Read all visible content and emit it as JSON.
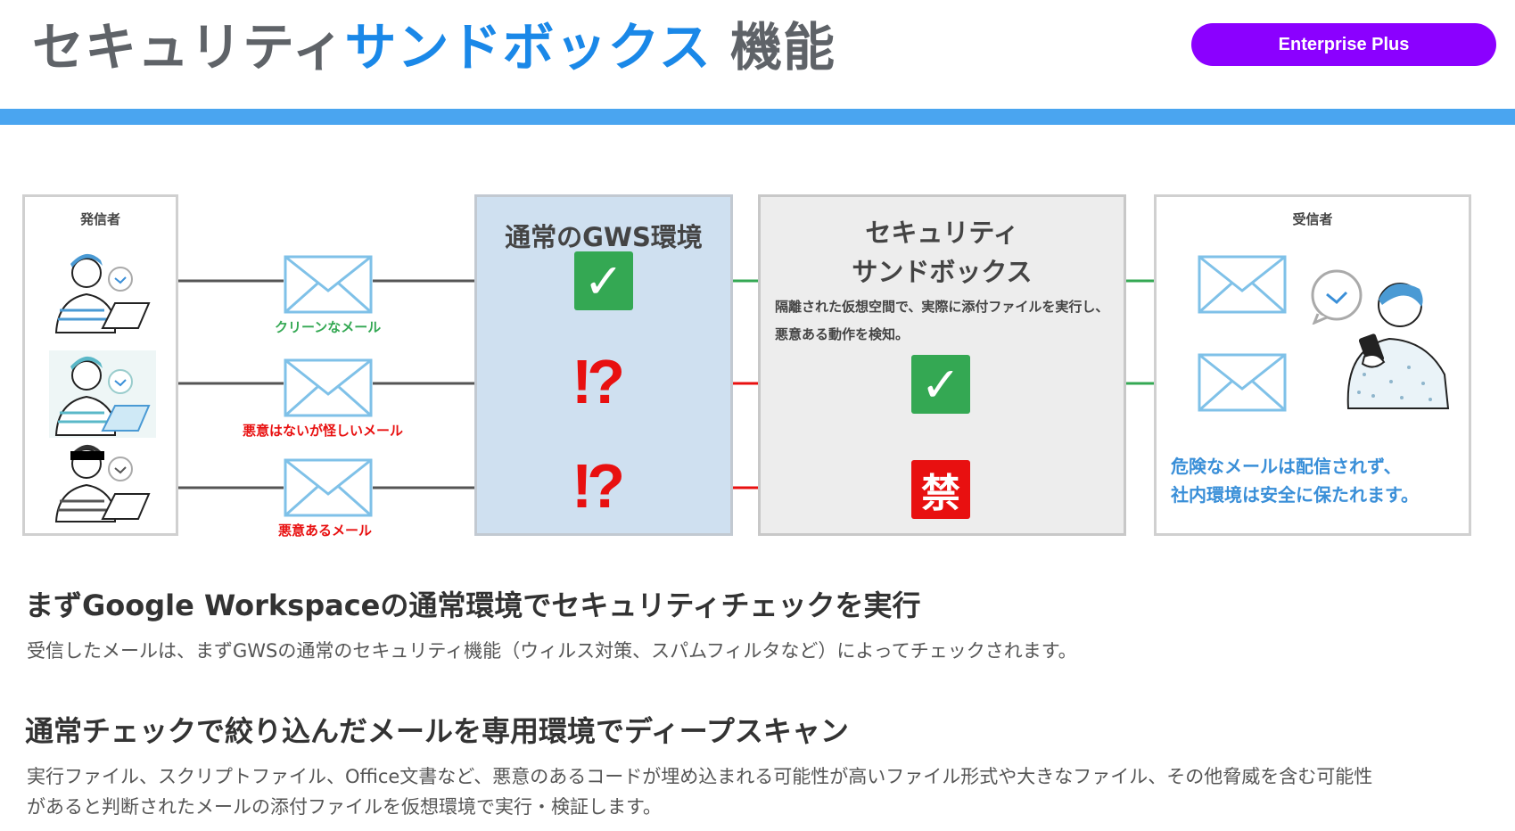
{
  "title": {
    "part1": "セキュリティ",
    "part2": "サンドボックス",
    "part3": "機能"
  },
  "badge": "Enterprise Plus",
  "colors": {
    "accent": "#1a88e8",
    "badge": "#8b00ff",
    "rule": "#4aa5f0",
    "safe": "#34a853",
    "danger": "#e81010",
    "gws_panel": "#cfe0f0",
    "sandbox_panel": "#ededed"
  },
  "diagram": {
    "sender_label": "発信者",
    "receiver_label": "受信者",
    "gws_title": "通常のGWS環境",
    "sandbox_title_line1": "セキュリティ",
    "sandbox_title_line2": "サンドボックス",
    "sandbox_desc": "隔離された仮想空間で、実際に添付ファイルを実行し、悪意ある動作を検知。",
    "mail_captions": [
      "クリーンなメール",
      "悪意はないが怪しいメール",
      "悪意あるメール"
    ],
    "check_symbol": "✓",
    "suspicious_symbol": "!?",
    "forbidden_symbol": "禁",
    "receiver_note_line1": "危険なメールは配信されず、",
    "receiver_note_line2": "社内環境は安全に保たれます。",
    "icons": [
      "sender-person-icon",
      "envelope-icon",
      "check-icon",
      "suspicious-icon",
      "forbidden-icon",
      "receiver-person-icon",
      "speech-bubble-icon"
    ]
  },
  "section1": {
    "heading": "まずGoogle Workspaceの通常環境でセキュリティチェックを実行",
    "body": "受信したメールは、まずGWSの通常のセキュリティ機能（ウィルス対策、スパムフィルタなど）によってチェックされます。"
  },
  "section2": {
    "heading": "通常チェックで絞り込んだメールを専用環境でディープスキャン",
    "body_line1": "実行ファイル、スクリプトファイル、Office文書など、悪意のあるコードが埋め込まれる可能性が高いファイル形式や大きなファイル、その他脅威を含む可能性",
    "body_line2": "があると判断されたメールの添付ファイルを仮想環境で実行・検証します。"
  }
}
